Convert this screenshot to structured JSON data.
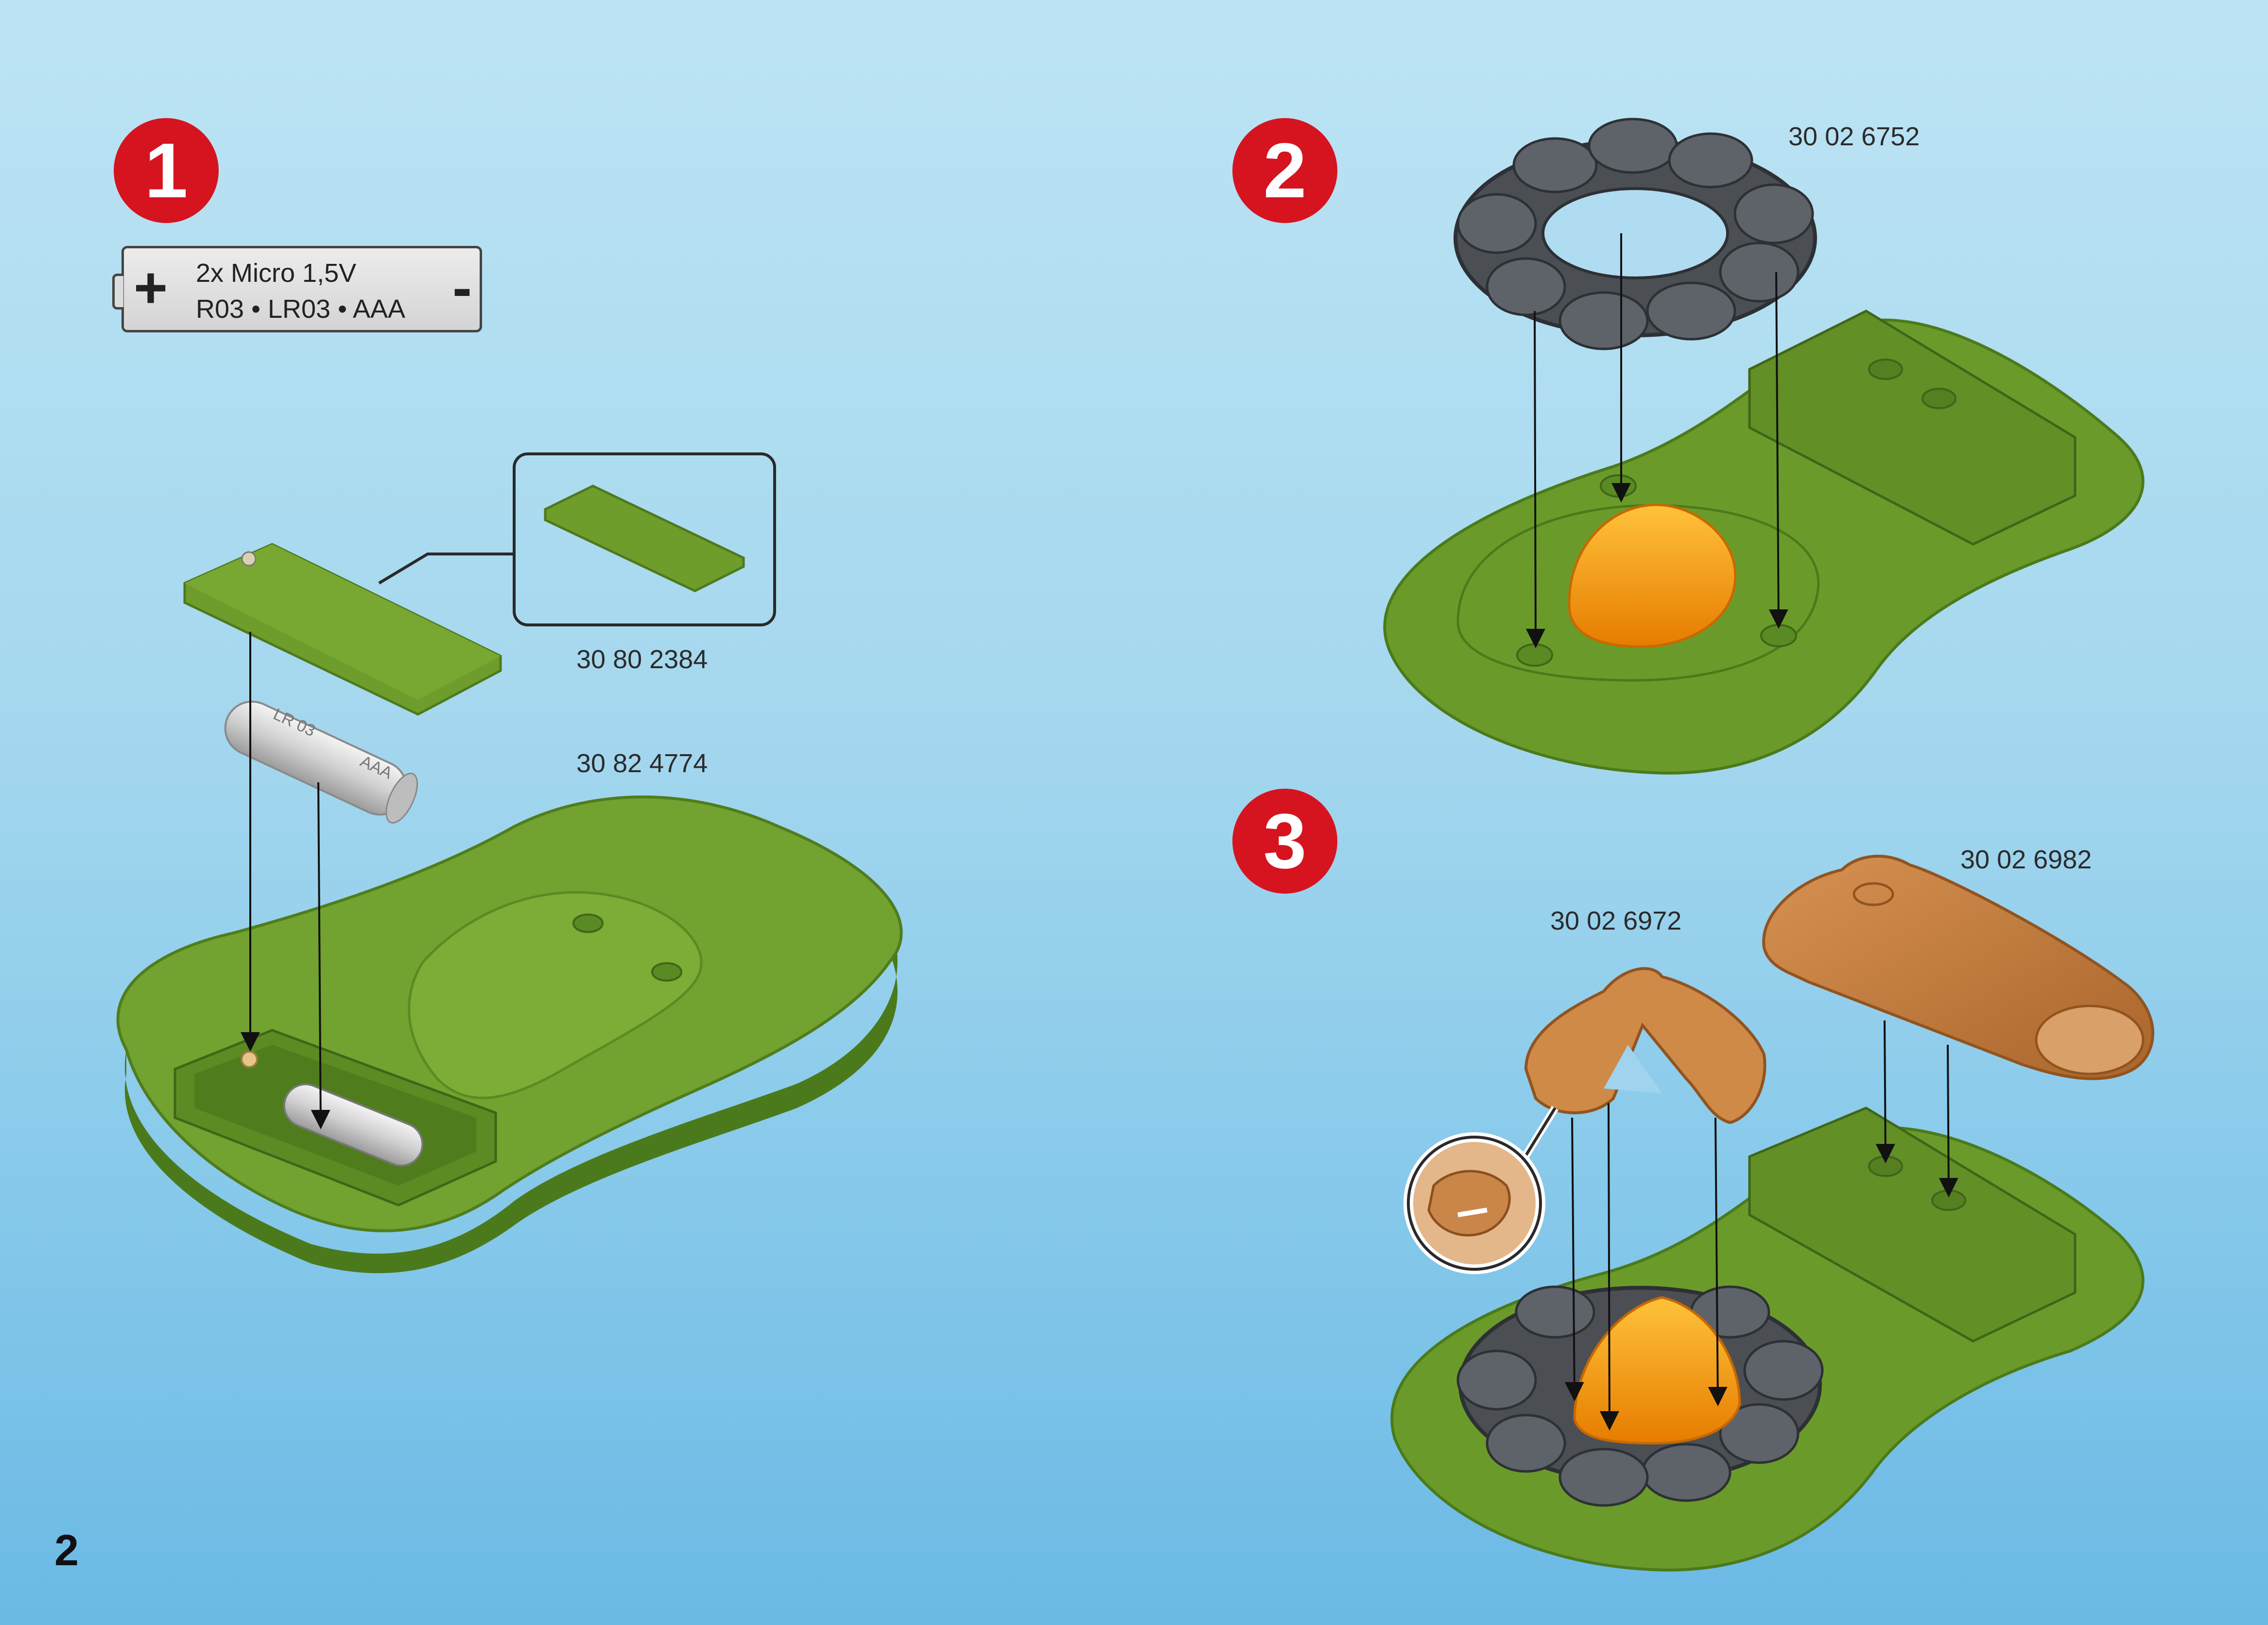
{
  "page": {
    "page_number": "2"
  },
  "steps": [
    {
      "number": "1"
    },
    {
      "number": "2"
    },
    {
      "number": "3"
    }
  ],
  "battery": {
    "plus": "+",
    "minus": "-",
    "line1": "2x Micro 1,5V",
    "line2": "R03 • LR03 • AAA",
    "cell_marking_1": "LR 03",
    "cell_marking_2": "AAA"
  },
  "parts": {
    "battery_cover": "30 80 2384",
    "base_plate": "30 82 4774",
    "stone_ring": "30 02 6752",
    "wood_tepee": "30 02 6972",
    "log": "30 02 6982"
  },
  "icons": [
    "step-number-badge",
    "battery-icon",
    "arrow-down-icon",
    "magnifier-callout-icon"
  ],
  "colors": {
    "step_badge": "#d5141f",
    "base_green": "#6f9e2d",
    "stone_gray": "#55595e",
    "flame_orange": "#f6a21a",
    "wood_brown": "#c9803f",
    "background_top": "#bde4f4",
    "background_bottom": "#6ab9e5"
  }
}
